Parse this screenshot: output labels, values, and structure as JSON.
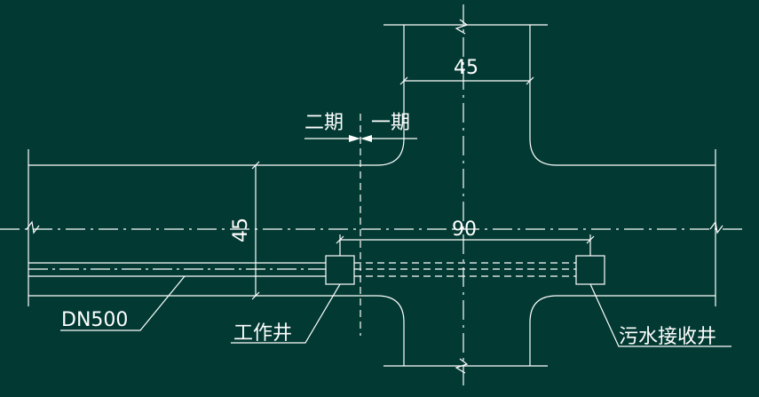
{
  "colors": {
    "background": "#023a33",
    "line": "#ffffff"
  },
  "dimensions": {
    "road_vertical_width": "45",
    "road_horizontal_width": "45",
    "well_spacing": "90"
  },
  "labels": {
    "phase_two": "二期",
    "phase_one": "一期",
    "pipe": "DN500",
    "work_well": "工作井",
    "sewage_receiving_well": "污水接收井"
  }
}
